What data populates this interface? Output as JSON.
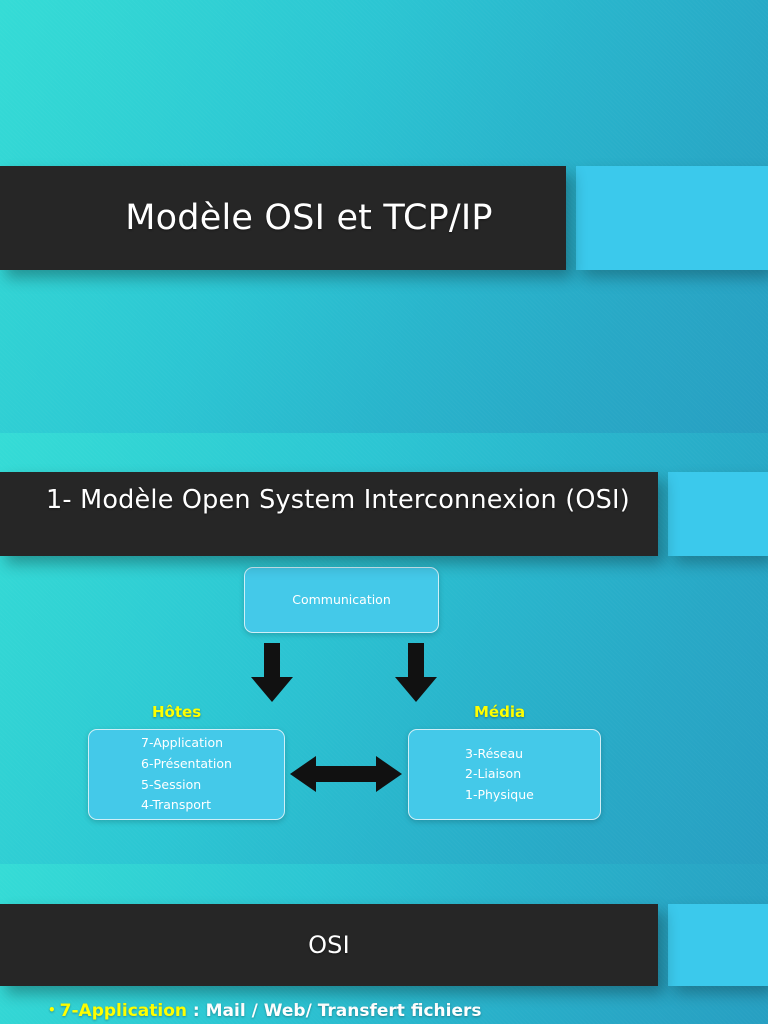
{
  "document": {
    "title": "Modèle OSI et TCP/IP",
    "theme": {
      "background_start": "#35dcd6",
      "background_end": "#279fc2",
      "banner_color": "#262626",
      "accent_block": "#3bc9ec",
      "node_fill": "#44c9e9",
      "highlight_yellow": "#FFFF00",
      "text_white": "#ffffff"
    }
  },
  "slide1": {
    "title": "Modèle OSI et TCP/IP"
  },
  "slide2": {
    "heading": "1-    Modèle Open System Interconnexion (OSI)",
    "diagram": {
      "top_node": "Communication",
      "left_group_label": "Hôtes",
      "right_group_label": "Média",
      "left_layers": [
        "7-Application",
        "6-Présentation",
        "5-Session",
        "4-Transport"
      ],
      "right_layers": [
        "3-Réseau",
        "2-Liaison",
        "1-Physique"
      ],
      "arrows": {
        "down_left": "arrow-down",
        "down_right": "arrow-down",
        "between": "arrow-bidirectional"
      }
    }
  },
  "slide3": {
    "heading": "OSI",
    "bullet": {
      "marker": "•",
      "term": "7-Application",
      "rest": " : Mail / Web/ Transfert fichiers"
    }
  }
}
